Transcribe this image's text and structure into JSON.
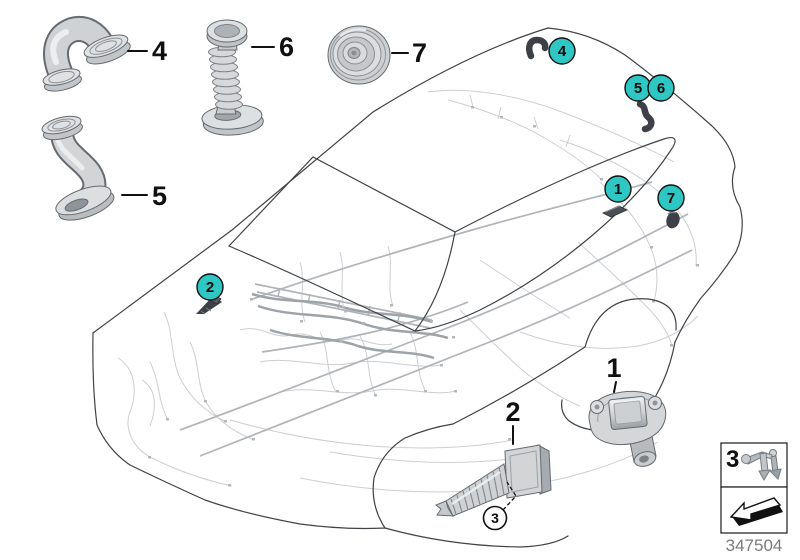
{
  "diagram": {
    "drawing_number": "347504",
    "colors": {
      "badge_fill": "#2fc7c3",
      "badge_border": "#101010",
      "label_color": "#101010",
      "car_outline": "#3f4246",
      "wiring_light": "#ccced1",
      "wiring_mid": "#b0b4b8",
      "location_glyph": "#3d4147",
      "drawing_number_color": "#7b7b7b"
    },
    "part_labels": {
      "p1": "1",
      "p2": "2",
      "p4": "4",
      "p5": "5",
      "p6": "6",
      "p7": "7"
    },
    "callout_badges": [
      {
        "number": "1"
      },
      {
        "number": "2"
      },
      {
        "number": "4"
      },
      {
        "number": "5"
      },
      {
        "number": "6"
      },
      {
        "number": "7"
      }
    ],
    "circled_callout": {
      "number": "3"
    },
    "legend": {
      "clip_item_label": "3"
    }
  }
}
